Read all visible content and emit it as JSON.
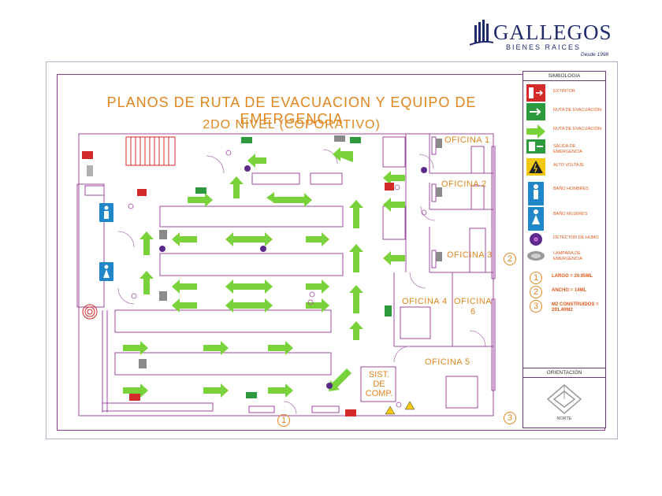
{
  "brand": {
    "name": "GALLEGOS",
    "subtitle": "BIENES RAICES",
    "since": "Desde 1998"
  },
  "title": {
    "line1": "PLANOS DE RUTA DE EVACUACION Y EQUIPO DE EMERGENCIA",
    "line2": "2DO NIVEL (COPORATIVO)"
  },
  "rooms": {
    "oficina1": "OFICINA 1",
    "oficina2": "OFICINA 2",
    "oficina3": "OFICINA 3",
    "oficina4": "OFICINA 4",
    "oficina5": "OFICINA 5",
    "oficina6_line1": "OFICINA",
    "oficina6_line2": "6",
    "sist_line1": "SIST.",
    "sist_line2": "DE",
    "sist_line3": "COMP."
  },
  "legend": {
    "header": "SIMBOLOGIA",
    "items": [
      {
        "label": "EXTINTOR",
        "icon": "extinguisher-sign-icon"
      },
      {
        "label": "RUTA DE EVACUACIÓN",
        "icon": "evacuation-route-sign-icon"
      },
      {
        "label": "RUTA DE EVACUACIÓN",
        "icon": "green-arrow-icon"
      },
      {
        "label": "SALIDA DE EMERGENCIA",
        "icon": "emergency-exit-sign-icon"
      },
      {
        "label": "ALTO VOLTAJE",
        "icon": "high-voltage-icon"
      },
      {
        "label": "BAÑO HOMBRES",
        "icon": "men-restroom-icon"
      },
      {
        "label": "BAÑO MUJERES",
        "icon": "women-restroom-icon"
      },
      {
        "label": "DETECTOR DE HUMO",
        "icon": "smoke-detector-icon"
      },
      {
        "label": "LAMPARA DE EMERGENCIA",
        "icon": "emergency-lamp-icon"
      }
    ],
    "dimensions": [
      {
        "num": "1",
        "text": "LARGO = 20.95ML"
      },
      {
        "num": "2",
        "text": "ANCHO = 14ML"
      },
      {
        "num": "3",
        "text": "M2 CONSTRUIDOS = 291.40M2"
      }
    ],
    "orientation_header": "ORIENTACIÓN",
    "north": "NORTE"
  },
  "plan_marks": {
    "mark1": "1",
    "mark2": "2",
    "mark3": "3"
  },
  "colors": {
    "title": "#e0861c",
    "wall": "#8a3a8a",
    "arrow": "#7ad23a",
    "extinguisher": "#d42a2a",
    "exit": "#2e9a3e",
    "restroom": "#1f86c8",
    "detector": "#5a2a8a"
  }
}
